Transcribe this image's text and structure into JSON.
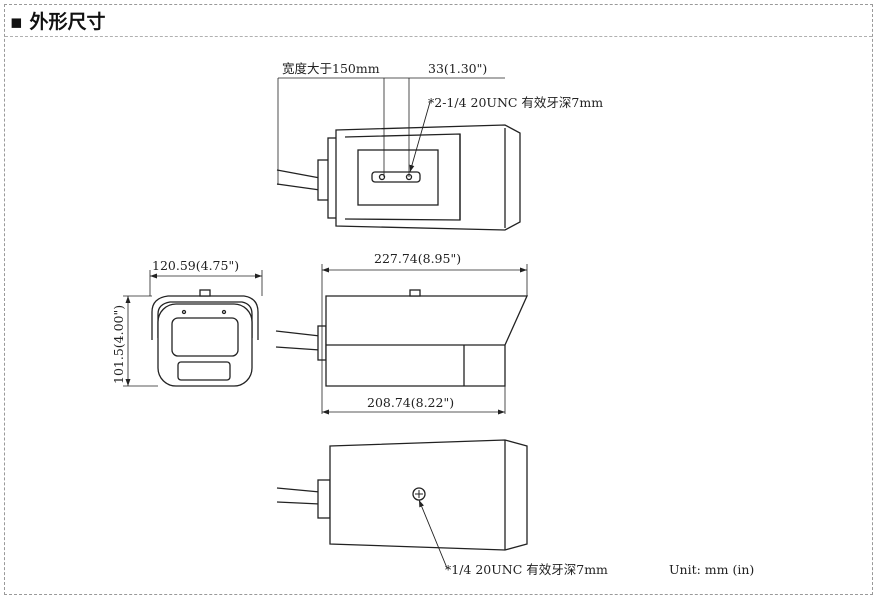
{
  "header": {
    "title": "▪ 外形尺寸"
  },
  "top_view": {
    "width_label": "宽度大于150mm",
    "offset_label": "33(1.30\")",
    "thread_label": "*2-1/4 20UNC 有效牙深7mm"
  },
  "front_view": {
    "width_label": "120.59(4.75\")",
    "height_label": "101.5(4.00\")"
  },
  "side_view": {
    "overall_length_label": "227.74(8.95\")",
    "body_length_label": "208.74(8.22\")"
  },
  "bottom_view": {
    "thread_label": "*1/4 20UNC 有效牙深7mm",
    "unit_label": "Unit: mm (in)"
  }
}
